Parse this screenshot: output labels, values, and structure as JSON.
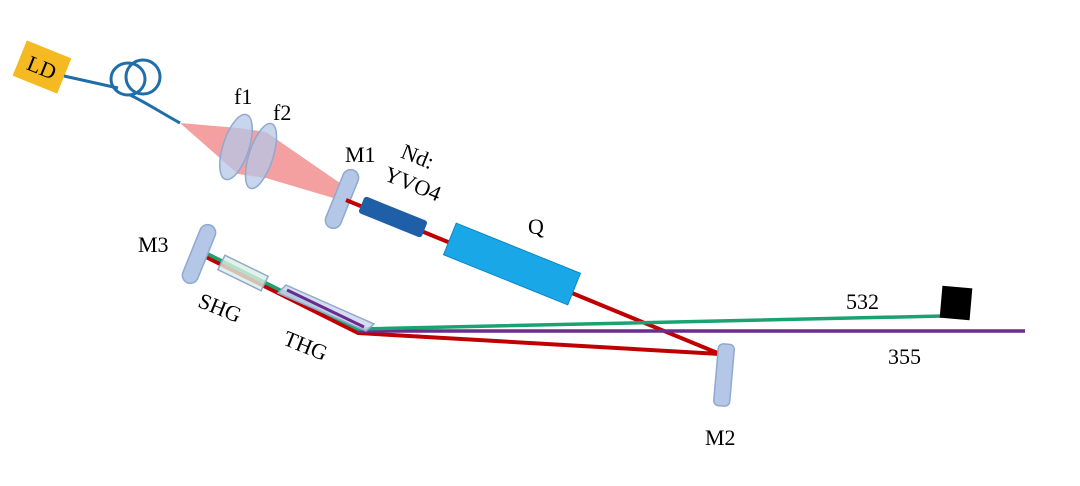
{
  "labels": {
    "ld": "LD",
    "f1": "f1",
    "f2": "f2",
    "m1": "M1",
    "nd_line1": "Nd:",
    "nd_line2": "YVO4",
    "q": "Q",
    "m2": "M2",
    "m3": "M3",
    "shg": "SHG",
    "thg": "THG",
    "wl_532": "532",
    "wl_355": "355"
  },
  "colors": {
    "ld_box": "#f5b921",
    "fiber": "#1f6ea8",
    "pump_beam": "#f4a0a0",
    "lens": "#b4c7e7",
    "fundamental_beam": "#c00000",
    "green_beam": "#1aa371",
    "uv_beam": "#6a2c91",
    "nd_crystal": "#1f5fa8",
    "q_switch": "#1aa7e8",
    "beam_dump": "#000000"
  }
}
